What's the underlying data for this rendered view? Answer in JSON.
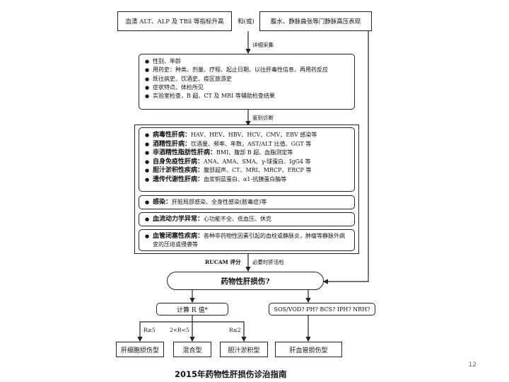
{
  "top": {
    "left_box": "血清 ALT、ALP 及 TBil 等指标升高",
    "connector": "和(或)",
    "right_box": "腹水、静脉曲张等门静脉高压表现"
  },
  "step1_label": "详细采集",
  "history": [
    "性别、年龄",
    "用药史：种类、剂量、疗程、起止日期、以往肝毒性信息、再用药反应",
    "既往病史、饮酒史、疫区旅游史",
    "症状特点、体检所见",
    "实验室检查，B 超、CT 及 MRI 等辅助检查结果"
  ],
  "step2_label": "鉴别诊断",
  "diff": [
    {
      "name": "病毒性肝病：",
      "detail": "HAV、HEV、HBV、HCV、CMV、EBV 感染等"
    },
    {
      "name": "酒精性肝病：",
      "detail": "饮酒量、频率、年数，AST/ALT 比值、GGT 等"
    },
    {
      "name": "非酒精性脂肪性肝病：",
      "detail": "BMI、腹部 B 超、血脂测定等"
    },
    {
      "name": "自身免疫性肝病：",
      "detail": "ANA、AMA、SMA、γ-球蛋白、IgG4 等"
    },
    {
      "name": "胆汁淤积性疾病：",
      "detail": "腹部超声、CT、MRI、MRCP、ERCP 等"
    },
    {
      "name": "遗传代谢性肝病：",
      "detail": "血浆铜蓝蛋白、α1-抗胰蛋白酶等"
    }
  ],
  "infection": {
    "name": "感染：",
    "detail": "肝脏局部感染、全身性感染(脓毒症)等"
  },
  "hemo": {
    "name": "血流动力学异常：",
    "detail": "心功能不全、低血压、休克"
  },
  "vascular": {
    "name": "血管闭塞性疾病：",
    "detail": "各种非药物性因素引起的血栓或静脉炎，肿瘤等静脉外病变的压迫或侵袭等"
  },
  "step3_label_a": "RUCAM 评分",
  "step3_label_b": "必要时肝活检",
  "dili": "药物性肝损伤?",
  "calc_r": "计算 R 值*",
  "vascular_q": "SOS/VOD? PH? BCS? IPH? NRH?",
  "r_labels": [
    "R≥5",
    "2<R<5",
    "R≤2"
  ],
  "outcomes": [
    "肝细胞损伤型",
    "混合型",
    "胆汁淤积型",
    "肝血管损伤型"
  ],
  "page_number": "12",
  "caption": "2015年药物性肝损伤诊治指南"
}
